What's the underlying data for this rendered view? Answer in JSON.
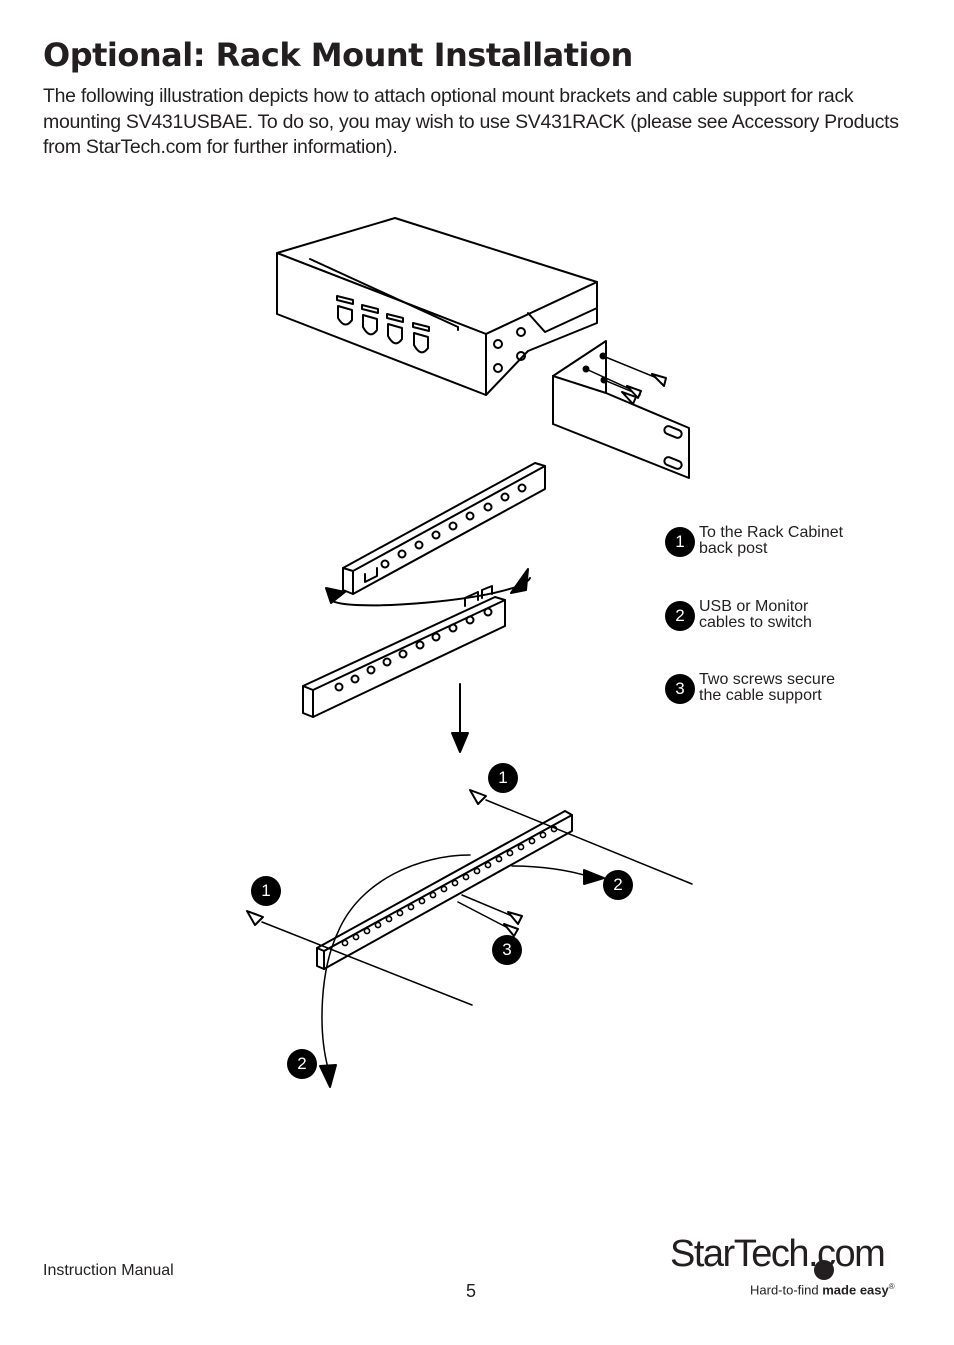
{
  "page": {
    "title": "Optional: Rack Mount Installation",
    "intro": "The following illustration depicts how to attach optional mount brackets and cable support for rack mounting SV431USBAE. To do so, you may wish to use SV431RACK (please see Accessory Products from StarTech.com for further information)."
  },
  "legend": [
    {
      "number": "1",
      "text": "To the Rack Cabinet\nback post"
    },
    {
      "number": "2",
      "text": "USB or Monitor\ncables to switch"
    },
    {
      "number": "3",
      "text": "Two screws secure\nthe cable support"
    }
  ],
  "callouts": {
    "top_one": "1",
    "left_one": "1",
    "right_two": "2",
    "screws_three": "3",
    "bottom_two": "2"
  },
  "footer": {
    "left": "Instruction Manual",
    "page_number": "5",
    "logo_name": "StarTech.com",
    "logo_tag_plain": "Hard-to-find ",
    "logo_tag_bold": "made easy",
    "logo_tag_mark": "®"
  }
}
